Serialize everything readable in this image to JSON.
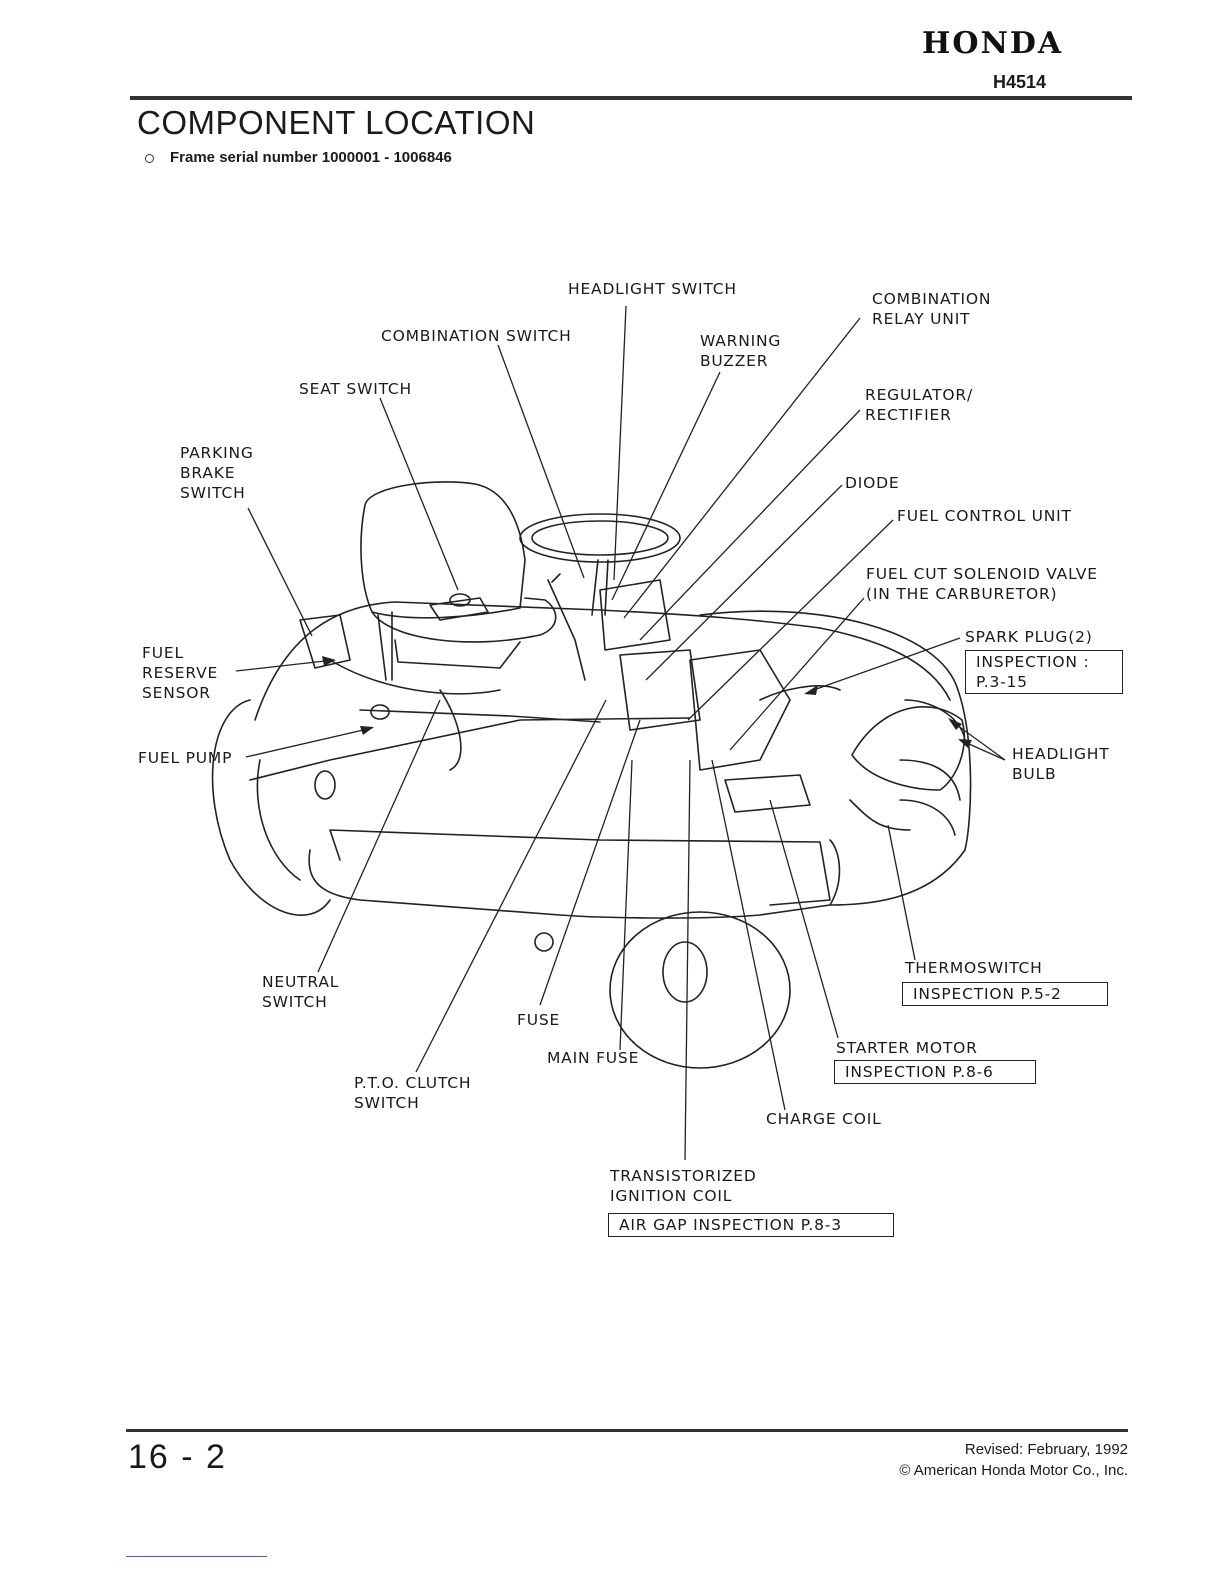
{
  "header": {
    "brand": "HONDA",
    "model": "H4514"
  },
  "page_title": "COMPONENT LOCATION",
  "subtitle": "Frame serial number 1000001 - 1006846",
  "labels": {
    "headlight_switch": "HEADLIGHT SWITCH",
    "combination_switch": "COMBINATION SWITCH",
    "warning_buzzer": "WARNING\nBUZZER",
    "combination_relay_unit": "COMBINATION\nRELAY UNIT",
    "seat_switch": "SEAT SWITCH",
    "regulator_rectifier": "REGULATOR/\nRECTIFIER",
    "parking_brake_switch": "PARKING\nBRAKE\nSWITCH",
    "diode": "DIODE",
    "fuel_control_unit": "FUEL CONTROL UNIT",
    "fuel_cut_solenoid_valve": "FUEL CUT SOLENOID VALVE\n(IN THE CARBURETOR)",
    "spark_plug": "SPARK PLUG(2)",
    "fuel_reserve_sensor": "FUEL\nRESERVE\nSENSOR",
    "fuel_pump": "FUEL PUMP",
    "headlight_bulb": "HEADLIGHT\nBULB",
    "thermoswitch": "THERMOSWITCH",
    "neutral_switch": "NEUTRAL\nSWITCH",
    "fuse": "FUSE",
    "main_fuse": "MAIN FUSE",
    "starter_motor": "STARTER MOTOR",
    "pto_clutch_switch": "P.T.O. CLUTCH\nSWITCH",
    "charge_coil": "CHARGE COIL",
    "transistorized_ignition_coil": "TRANSISTORIZED\nIGNITION COIL"
  },
  "references": {
    "spark_plug": "INSPECTION :\nP.3-15",
    "thermoswitch": "INSPECTION P.5-2",
    "starter_motor": "INSPECTION P.8-6",
    "ignition_coil": "AIR GAP INSPECTION P.8-3"
  },
  "footer": {
    "page_number": "16 - 2",
    "revised": "Revised: February, 1992",
    "copyright": "© American Honda Motor Co., Inc."
  }
}
